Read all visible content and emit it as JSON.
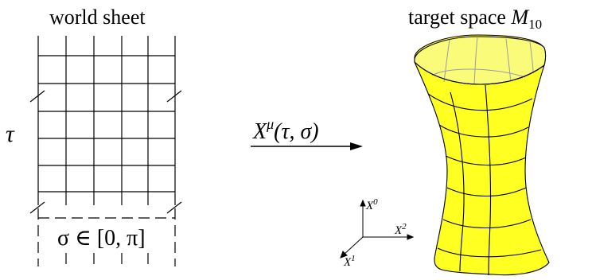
{
  "diagram": {
    "world_sheet_title": "world sheet",
    "target_space_title": "target space ",
    "target_space_symbol": "M",
    "target_space_subscript": "10",
    "tau_label": "τ",
    "sigma_range_label": "σ ∈ [0, π]",
    "map_label": {
      "base": "X",
      "superscript": "μ",
      "args": "(τ, σ)"
    },
    "axes": {
      "x0": {
        "base": "X",
        "superscript": "0"
      },
      "x1": {
        "base": "X",
        "superscript": "1"
      },
      "x2": {
        "base": "X",
        "superscript": "2"
      }
    },
    "colors": {
      "surface": "#ffff22",
      "surface_inner": "#fbfb7a",
      "grid_inner": "#9a9aa8",
      "ink": "#000000"
    }
  }
}
